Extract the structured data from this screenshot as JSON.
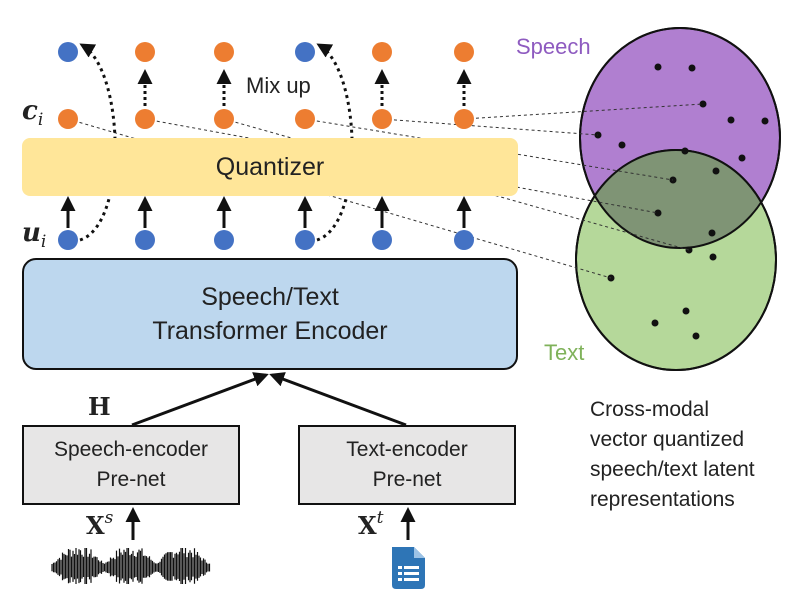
{
  "encoder_label_lines": [
    "Speech/Text",
    "Transformer Encoder"
  ],
  "quantizer_label": "Quantizer",
  "mixup_label": "Mix up",
  "speech_prenet_lines": [
    "Speech-encoder",
    "Pre-net"
  ],
  "text_prenet_lines": [
    "Text-encoder",
    "Pre-net"
  ],
  "symbols": {
    "c": "c",
    "c_sub": "i",
    "u": "u",
    "u_sub": "i",
    "H": "H",
    "Xs": "X",
    "Xs_sup": "s",
    "Xt": "X",
    "Xt_sup": "t"
  },
  "venn": {
    "speech_label": "Speech",
    "text_label": "Text"
  },
  "caption_lines": [
    "Cross-modal",
    "vector quantized",
    "speech/text latent",
    "representations"
  ],
  "colors": {
    "blue_node": "#4472c4",
    "orange_node": "#ed7d31",
    "encoder_fill": "#bdd7ee",
    "quantizer_fill": "#ffe699",
    "prenet_fill": "#e7e6e6",
    "speech_ellipse": "#b07fd0",
    "text_ellipse": "#b5d89a",
    "overlap": "#7f9475",
    "speech_text_color": "#8e5bc0",
    "text_text_color": "#7fb25a"
  },
  "icons": {
    "waveform": "waveform-icon",
    "document": "document-icon"
  }
}
